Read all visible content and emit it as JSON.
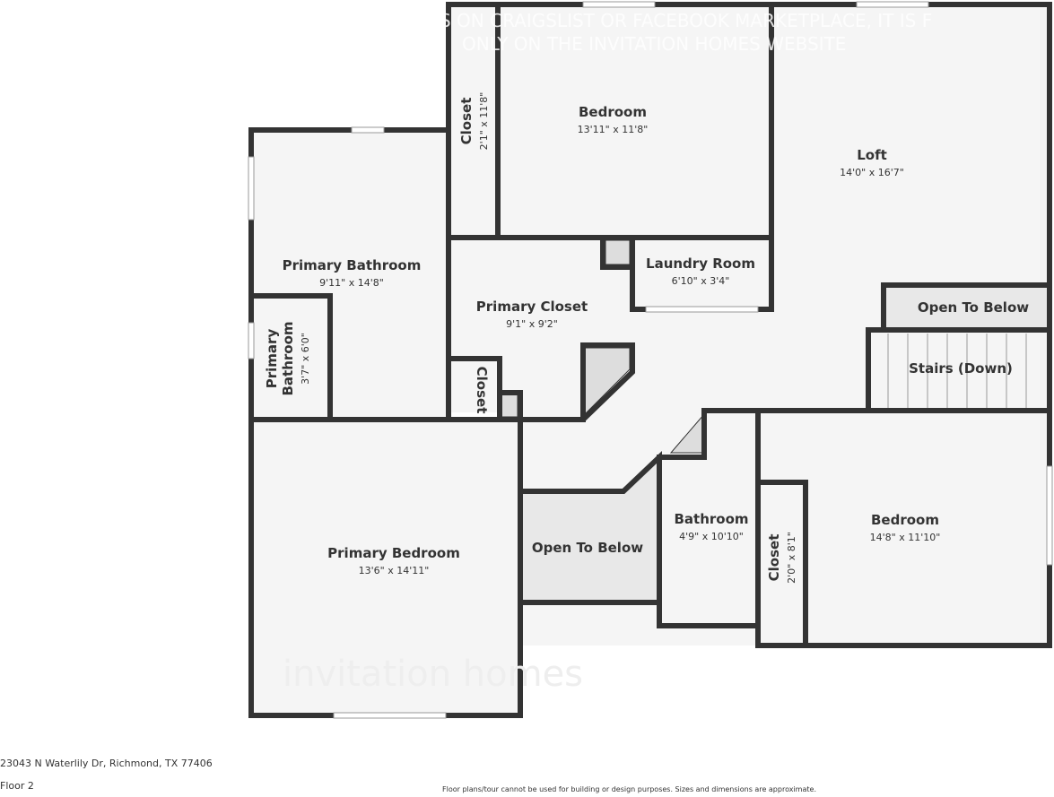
{
  "watermark": {
    "line1": "S ON CRAIGSLIST OR FACEBOOK MARKETPLACE, IT IS F",
    "line2": "ONLY ON THE INVITATION HOMES WEBSITE",
    "logo": "invitation homes"
  },
  "rooms": {
    "closet_top": {
      "name": "Closet",
      "dim": "2'1\" x 11'8\""
    },
    "bedroom_top": {
      "name": "Bedroom",
      "dim": "13'11\" x 11'8\""
    },
    "loft": {
      "name": "Loft",
      "dim": "14'0\" x 16'7\""
    },
    "primary_bathroom": {
      "name": "Primary Bathroom",
      "dim": "9'11\" x 14'8\""
    },
    "primary_bathroom_small": {
      "name1": "Primary",
      "name2": "Bathroom",
      "dim": "3'7\" x 6'0\""
    },
    "primary_closet": {
      "name": "Primary Closet",
      "dim": "9'1\" x 9'2\""
    },
    "laundry": {
      "name": "Laundry Room",
      "dim": "6'10\" x 3'4\""
    },
    "open_to_below_right": {
      "name": "Open To Below"
    },
    "stairs": {
      "name": "Stairs (Down)"
    },
    "closet_small": {
      "name": "Closet"
    },
    "primary_bedroom": {
      "name": "Primary Bedroom",
      "dim": "13'6\" x 14'11\""
    },
    "open_to_below_mid": {
      "name": "Open To Below"
    },
    "bathroom": {
      "name": "Bathroom",
      "dim": "4'9\" x 10'10\""
    },
    "bedroom_right": {
      "name": "Bedroom",
      "dim": "14'8\" x 11'10\""
    },
    "closet_right": {
      "name": "Closet",
      "dim": "2'0\" x 8'1\""
    }
  },
  "footer": {
    "address": "23043 N Waterlily Dr, Richmond, TX 77406",
    "floor": "Floor 2",
    "disclaimer": "Floor plans/tour cannot be used for building or design purposes. Sizes and dimensions are approximate."
  },
  "colors": {
    "wall": "#333333",
    "floor": "#f5f5f5",
    "open_area": "#e8e8e8"
  }
}
